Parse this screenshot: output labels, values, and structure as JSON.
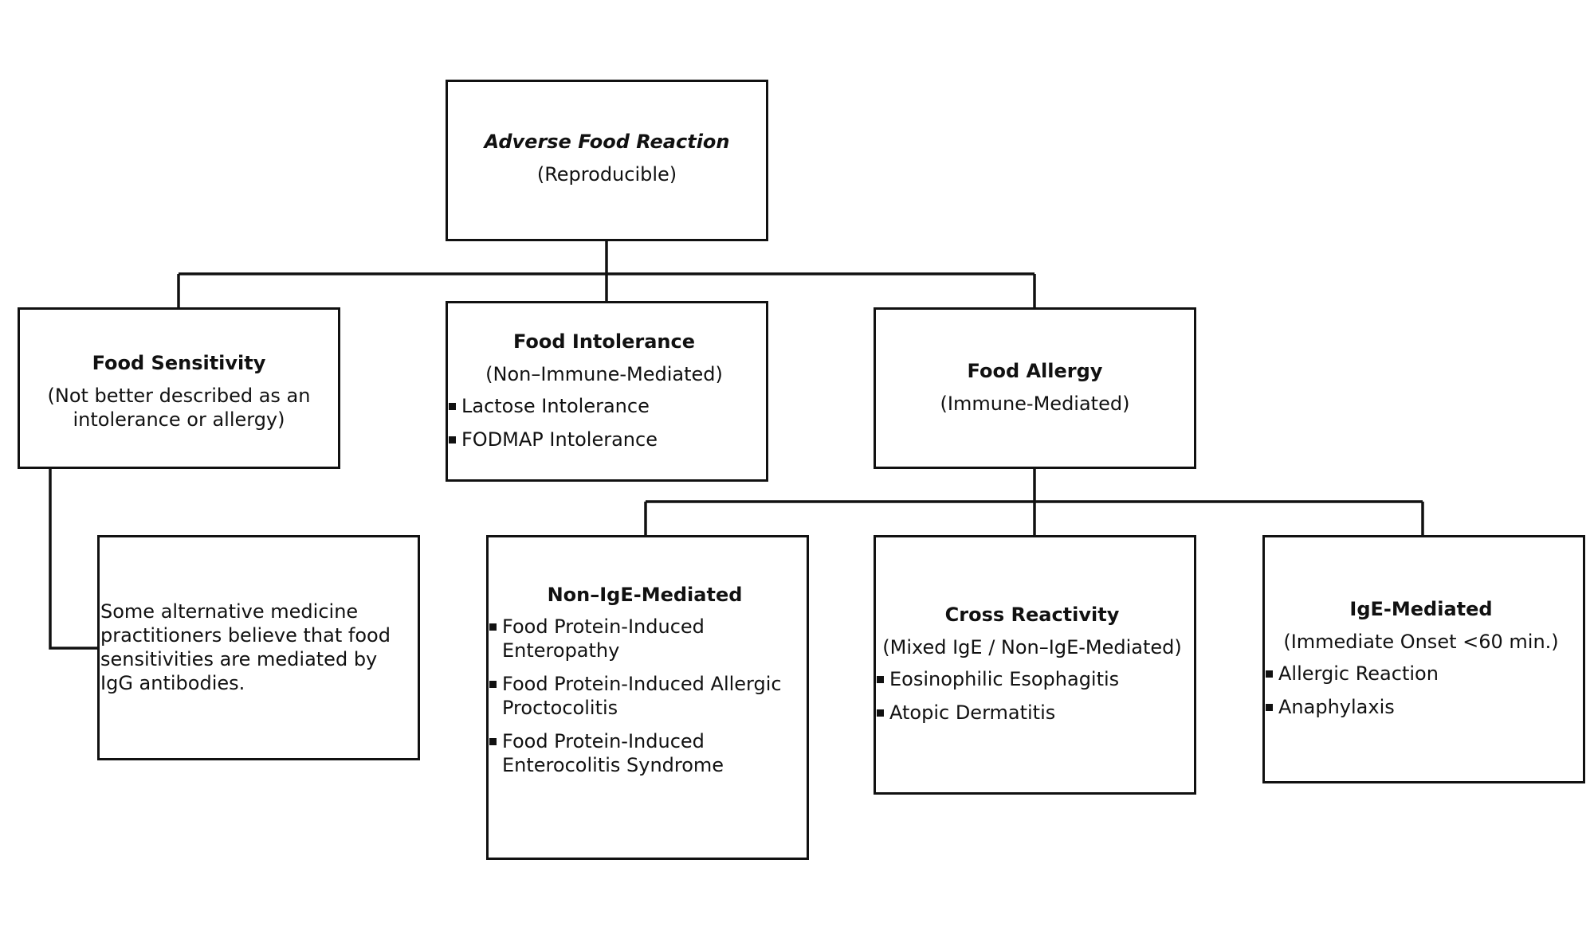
{
  "root": {
    "title": "Adverse Food Reaction",
    "subtitle": "(Reproducible)"
  },
  "food_sensitivity": {
    "title": "Food Sensitivity",
    "subtitle": "(Not better described as an intolerance or allergy)",
    "note": "Some alternative medicine practitioners believe that food sensitivities are mediated by IgG antibodies."
  },
  "food_intolerance": {
    "title": "Food Intolerance",
    "subtitle": "(Non–Immune-Mediated)",
    "items": [
      "Lactose Intolerance",
      "FODMAP Intolerance"
    ]
  },
  "food_allergy": {
    "title": "Food Allergy",
    "subtitle": "(Immune-Mediated)"
  },
  "non_ige": {
    "title": "Non–IgE-Mediated",
    "items": [
      "Food Protein-Induced Enteropathy",
      "Food Protein-Induced Allergic Proctocolitis",
      "Food Protein-Induced Enterocolitis Syndrome"
    ]
  },
  "cross_reactivity": {
    "title": "Cross Reactivity",
    "subtitle": "(Mixed IgE / Non–IgE-Mediated)",
    "items": [
      "Eosinophilic Esophagitis",
      "Atopic Dermatitis"
    ]
  },
  "ige": {
    "title": "IgE-Mediated",
    "subtitle": "(Immediate Onset <60 min.)",
    "items": [
      "Allergic Reaction",
      "Anaphylaxis"
    ]
  }
}
